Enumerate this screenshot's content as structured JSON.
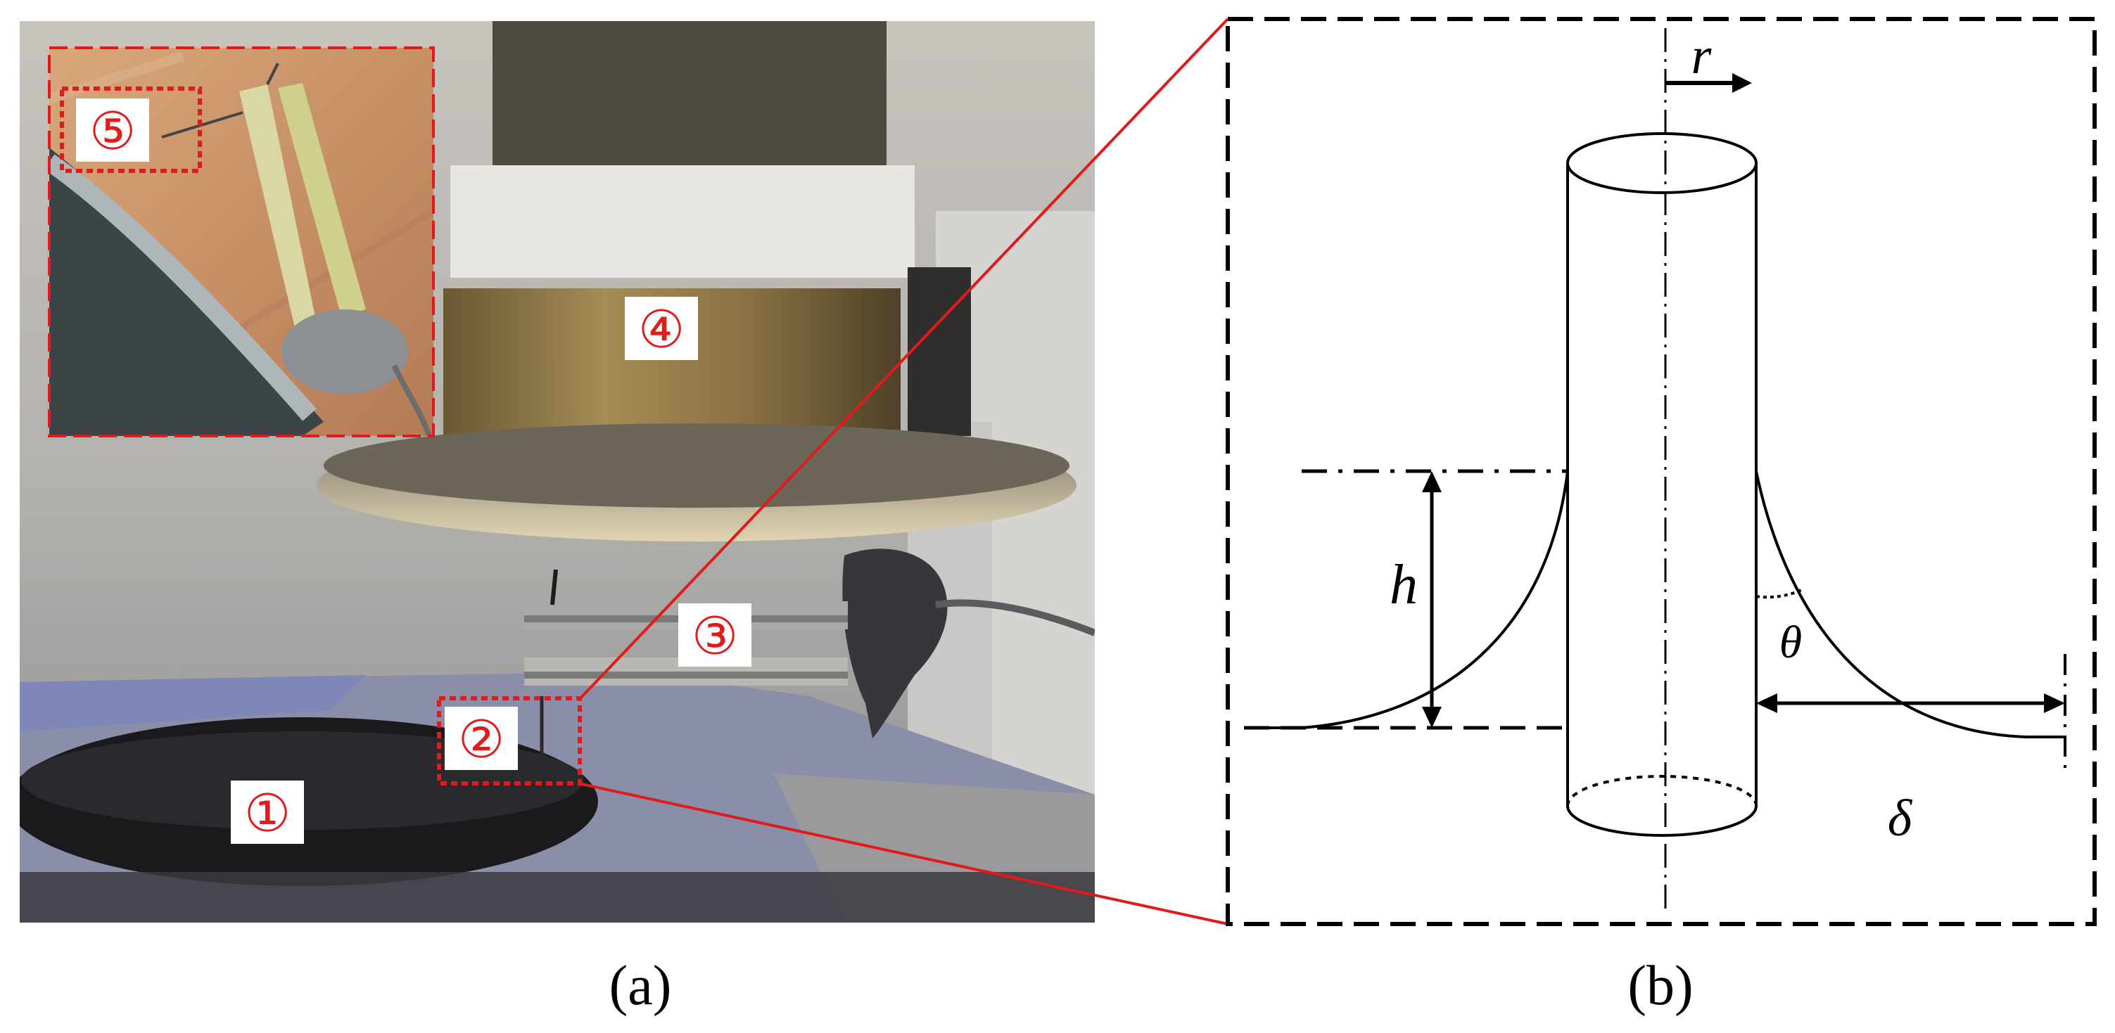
{
  "panel_a": {
    "caption": "(a)",
    "labels": {
      "one": "①",
      "two": "②",
      "three": "③",
      "four": "④",
      "five": "⑤"
    }
  },
  "panel_b": {
    "caption": "(b)",
    "symbols": {
      "r": "r",
      "h": "h",
      "theta": "θ",
      "delta": "δ"
    }
  },
  "colors": {
    "highlight": "#e11b1b",
    "line": "#000000",
    "label_bg": "#ffffff"
  }
}
